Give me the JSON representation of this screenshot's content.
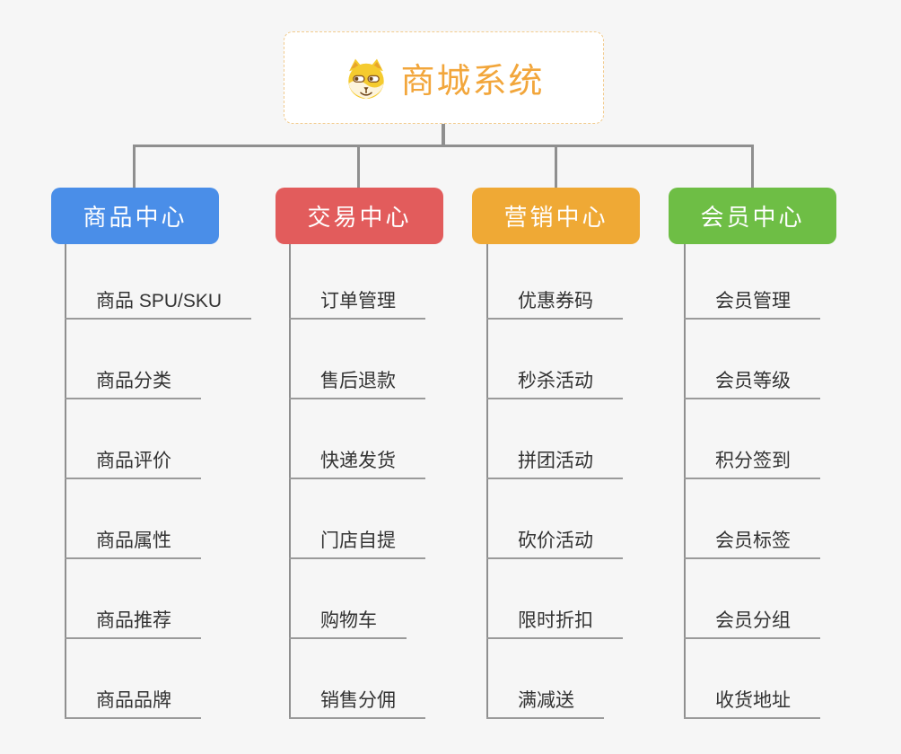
{
  "root": {
    "title": "商城系统",
    "icon": "dog-face-icon",
    "title_color": "#f2a63b",
    "border_color": "#f2cb8e"
  },
  "colors": {
    "background": "#f6f6f6",
    "connector_line": "#8f8f8f",
    "item_underline": "#9a9a9a",
    "item_text": "#333333"
  },
  "branches": [
    {
      "label": "商品中心",
      "color": "#4a8ee8",
      "items": [
        "商品 SPU/SKU",
        "商品分类",
        "商品评价",
        "商品属性",
        "商品推荐",
        "商品品牌"
      ]
    },
    {
      "label": "交易中心",
      "color": "#e25c5c",
      "items": [
        "订单管理",
        "售后退款",
        "快递发货",
        "门店自提",
        "购物车",
        "销售分佣"
      ]
    },
    {
      "label": "营销中心",
      "color": "#efa935",
      "items": [
        "优惠券码",
        "秒杀活动",
        "拼团活动",
        "砍价活动",
        "限时折扣",
        "满减送"
      ]
    },
    {
      "label": "会员中心",
      "color": "#6ebe45",
      "items": [
        "会员管理",
        "会员等级",
        "积分签到",
        "会员标签",
        "会员分组",
        "收货地址"
      ]
    }
  ]
}
